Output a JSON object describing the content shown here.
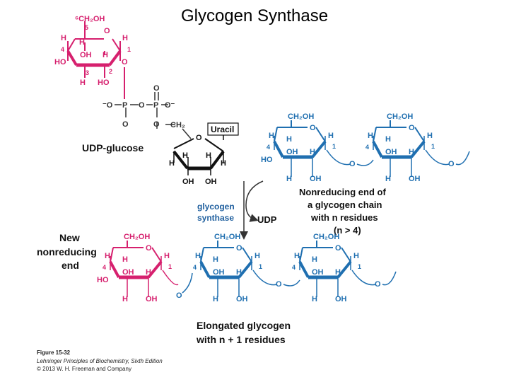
{
  "title": "Glycogen Synthase",
  "colors": {
    "udp_glucose": "#d6206e",
    "glycogen": "#1f6fb0",
    "arrow": "#333333",
    "label_blue": "#1f5f9e"
  },
  "atoms": {
    "c6_group": "⁶CH₂OH",
    "ch2oh": "CH₂OH",
    "h": "H",
    "o": "O",
    "oh": "OH",
    "ho": "HO",
    "n1": "1",
    "n2": "2",
    "n3": "3",
    "n4": "4",
    "n5": "5",
    "o_minus_left": "⁻O",
    "o_minus_right": "O⁻",
    "p": "P",
    "ch2": "CH₂"
  },
  "labels": {
    "udp_glucose": "UDP-glucose",
    "uracil": "Uracil",
    "enzyme_line1": "glycogen",
    "enzyme_line2": "synthase",
    "udp": "UDP",
    "nonreducing_line1": "Nonreducing end of",
    "nonreducing_line2": "a glycogen chain",
    "nonreducing_line3": "with n residues",
    "nonreducing_line4": "(n > 4)",
    "new_line1": "New",
    "new_line2": "nonreducing",
    "new_line3": "end",
    "elongated_line1": "Elongated  glycogen",
    "elongated_line2": "with  n  +  1  residues"
  },
  "caption": {
    "figure": "Figure 15-32",
    "source": "Lehninger Principles of Biochemistry, Sixth Edition",
    "copyright": "© 2013 W. H. Freeman and Company"
  }
}
